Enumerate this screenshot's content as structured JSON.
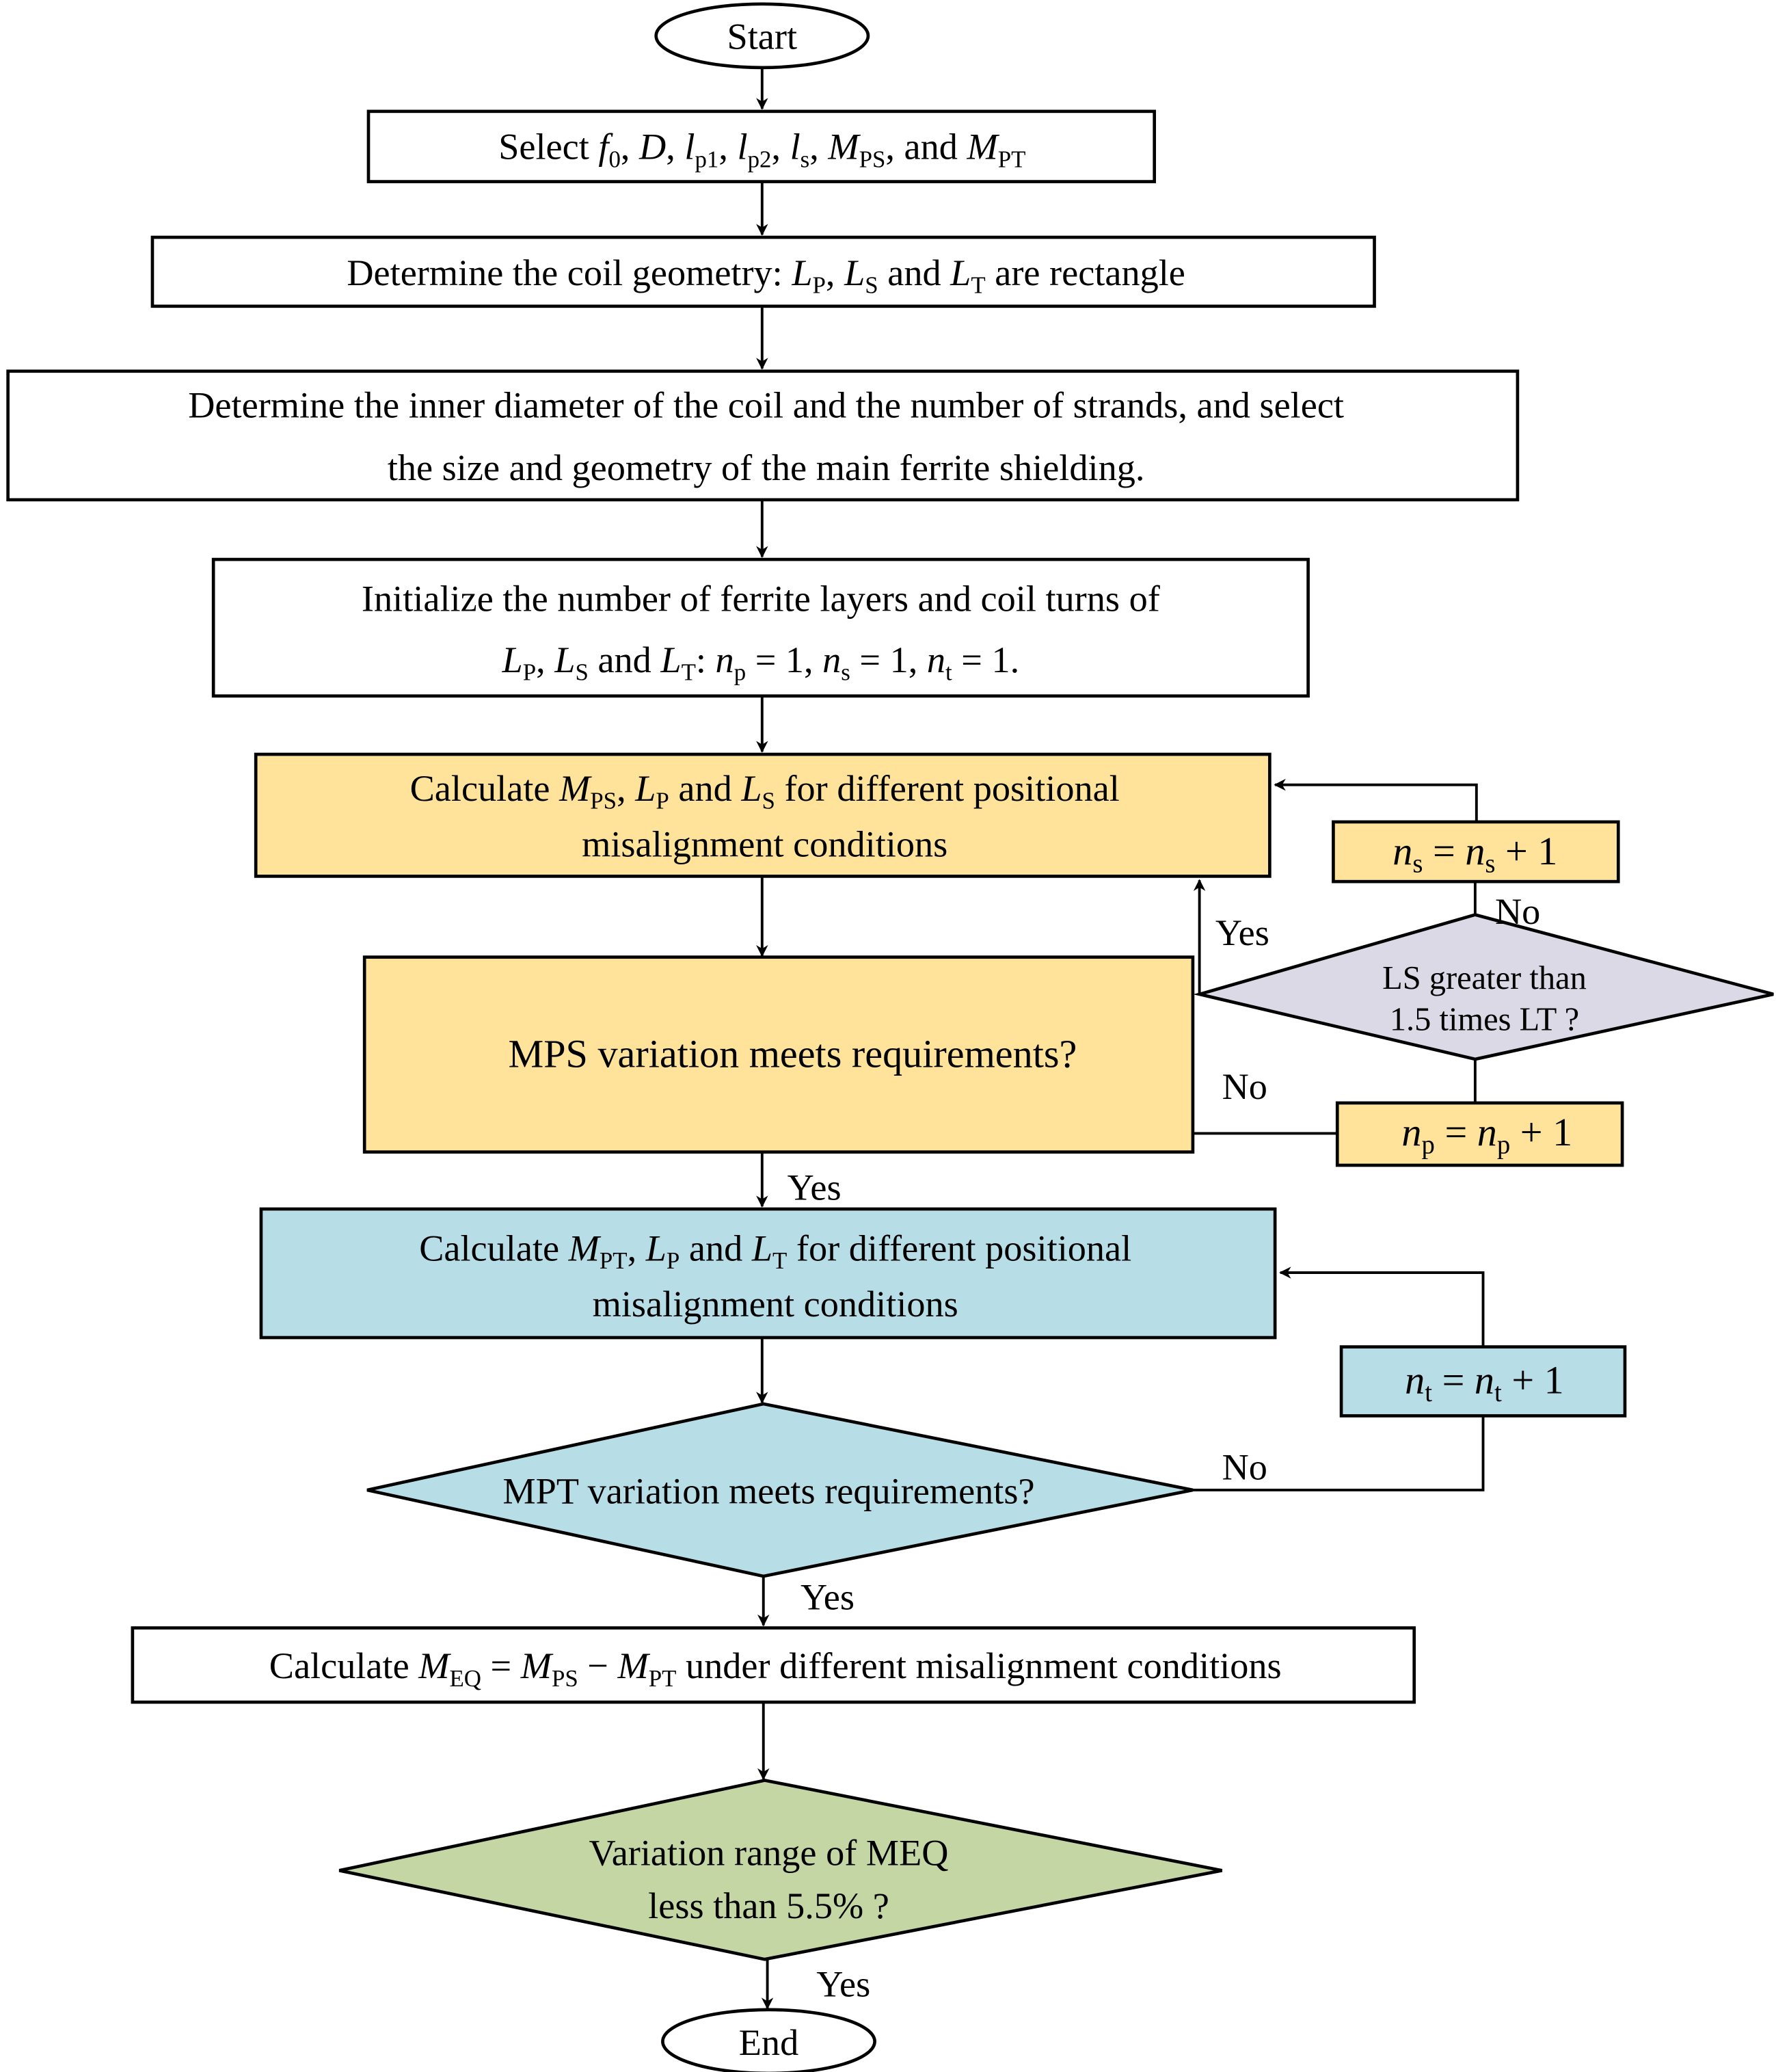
{
  "colors": {
    "yellow": "#FFE39A",
    "blue": "#B7DDE7",
    "green": "#C4D6A3",
    "lavender": "#DCD9E7",
    "white": "#FFFFFF",
    "stroke": "#000000"
  },
  "nodes": {
    "start": {
      "label": "Start"
    },
    "select": {
      "prefix": "Select ",
      "vars": "f0, D, lp1, lp2, ls, MPS, and MPT"
    },
    "geometry": {
      "text": "Determine the coil geometry: LP, LS and LT are rectangle"
    },
    "inner_diameter": {
      "line1": "Determine the inner diameter of the coil and the number of strands, and select",
      "line2": "the size and geometry of the main ferrite shielding."
    },
    "initialize": {
      "line1": "Initialize the number of ferrite layers and coil turns of",
      "line2": "LP, LS and LT:  np = 1, ns = 1, nt = 1."
    },
    "calc_mps": {
      "line1": "Calculate MPS, LP and LS for different positional",
      "line2": "misalignment conditions"
    },
    "mps_check": {
      "text": "MPS variation meets requirements?"
    },
    "ns_inc": {
      "text": "ns = ns + 1"
    },
    "ls_check": {
      "line1": "LS greater than",
      "line2": "1.5 times LT ?"
    },
    "np_inc": {
      "text": "np = np + 1"
    },
    "calc_mpt": {
      "line1": "Calculate MPT, LP and LT for different positional",
      "line2": "misalignment conditions"
    },
    "nt_inc": {
      "text": "nt = nt + 1"
    },
    "mpt_check": {
      "text": "MPT variation meets requirements?"
    },
    "calc_meq": {
      "text": "Calculate MEQ = MPS − MPT under different misalignment conditions"
    },
    "meq_check": {
      "line1": "Variation range of MEQ",
      "line2": "less than 5.5% ?"
    },
    "end": {
      "label": "End"
    }
  },
  "edge_labels": {
    "ls_yes": "Yes",
    "ls_no": "No",
    "mps_no": "No",
    "mps_yes": "Yes",
    "mpt_no": "No",
    "mpt_yes": "Yes",
    "meq_yes": "Yes"
  }
}
